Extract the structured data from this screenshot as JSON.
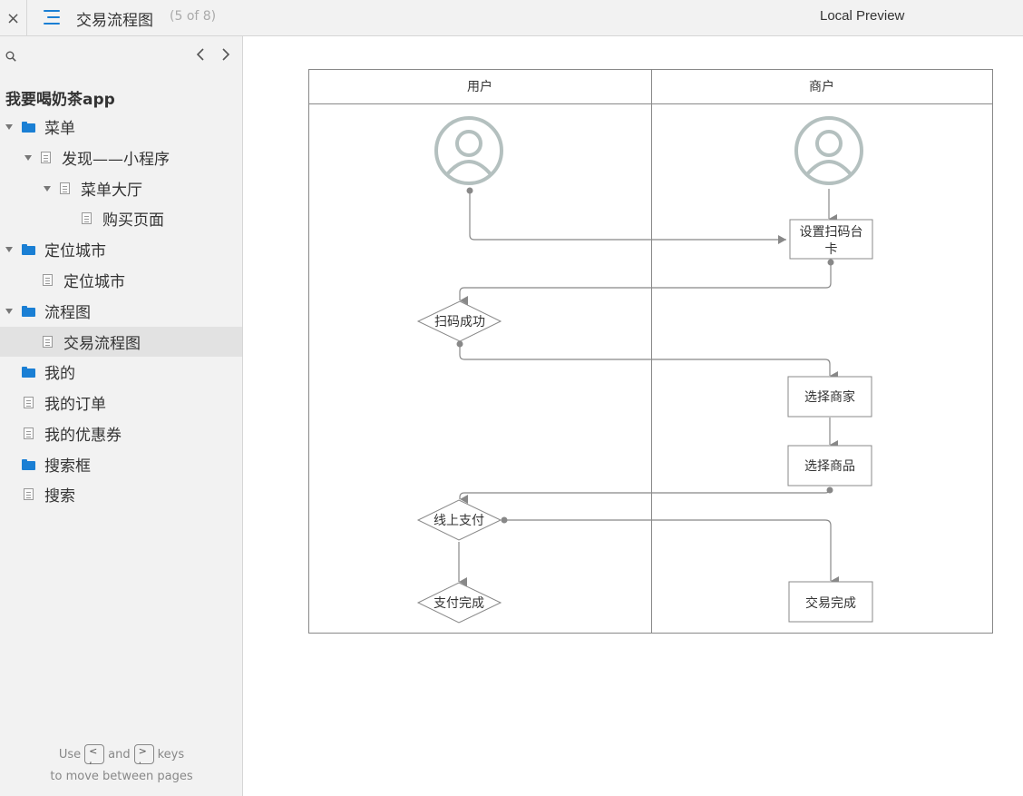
{
  "header": {
    "close_glyph": "×",
    "title": "交易流程图",
    "page_count": "(5 of 8)",
    "preview_label": "Local Preview"
  },
  "sidebar": {
    "project_title": "我要喝奶茶app",
    "items": [
      {
        "label": "菜单",
        "type": "folder",
        "expanded": true
      },
      {
        "label": "发现——小程序",
        "type": "page",
        "expanded": true
      },
      {
        "label": "菜单大厅",
        "type": "page",
        "expanded": true
      },
      {
        "label": "购买页面",
        "type": "page"
      },
      {
        "label": "定位城市",
        "type": "folder",
        "expanded": true
      },
      {
        "label": "定位城市",
        "type": "page"
      },
      {
        "label": "流程图",
        "type": "folder",
        "expanded": true
      },
      {
        "label": "交易流程图",
        "type": "page",
        "active": true
      },
      {
        "label": "我的",
        "type": "folder"
      },
      {
        "label": "我的订单",
        "type": "page"
      },
      {
        "label": "我的优惠券",
        "type": "page"
      },
      {
        "label": "搜索框",
        "type": "folder"
      },
      {
        "label": "搜索",
        "type": "page"
      }
    ],
    "hint": {
      "use": "Use",
      "key_prev": "< ,",
      "and": "and",
      "key_next": "> .",
      "keys": "keys",
      "line2": "to move between pages"
    }
  },
  "diagram": {
    "lanes": [
      "用户",
      "商户"
    ],
    "nodes": {
      "set_card": "设置扫码台卡",
      "scan_ok": "扫码成功",
      "choose_shop": "选择商家",
      "choose_goods": "选择商品",
      "pay_online": "线上支付",
      "pay_done": "支付完成",
      "trade_done": "交易完成"
    }
  },
  "colors": {
    "accent": "#1a7fd4",
    "line": "#888888",
    "avatar": "#b4c0bf"
  }
}
